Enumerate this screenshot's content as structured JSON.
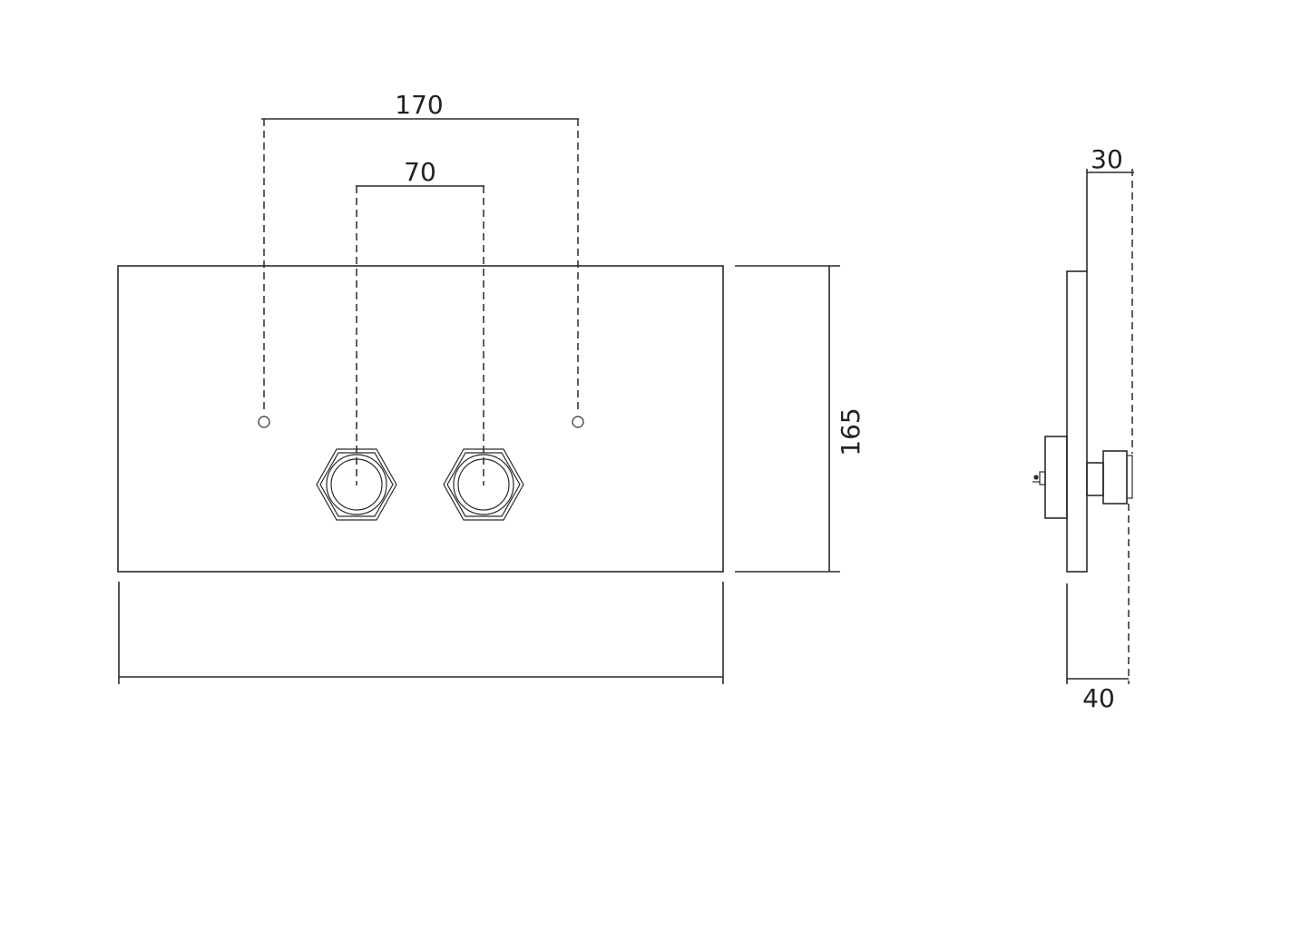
{
  "colors": {
    "line": "#2a2a2a",
    "text": "#222222",
    "background": "#ffffff"
  },
  "front_view": {
    "dim_mounting_holes": "170",
    "dim_buttons": "70",
    "dim_height": "165",
    "dim_width": ""
  },
  "side_view": {
    "dim_top_depth": "30",
    "dim_bottom_depth": "40"
  }
}
